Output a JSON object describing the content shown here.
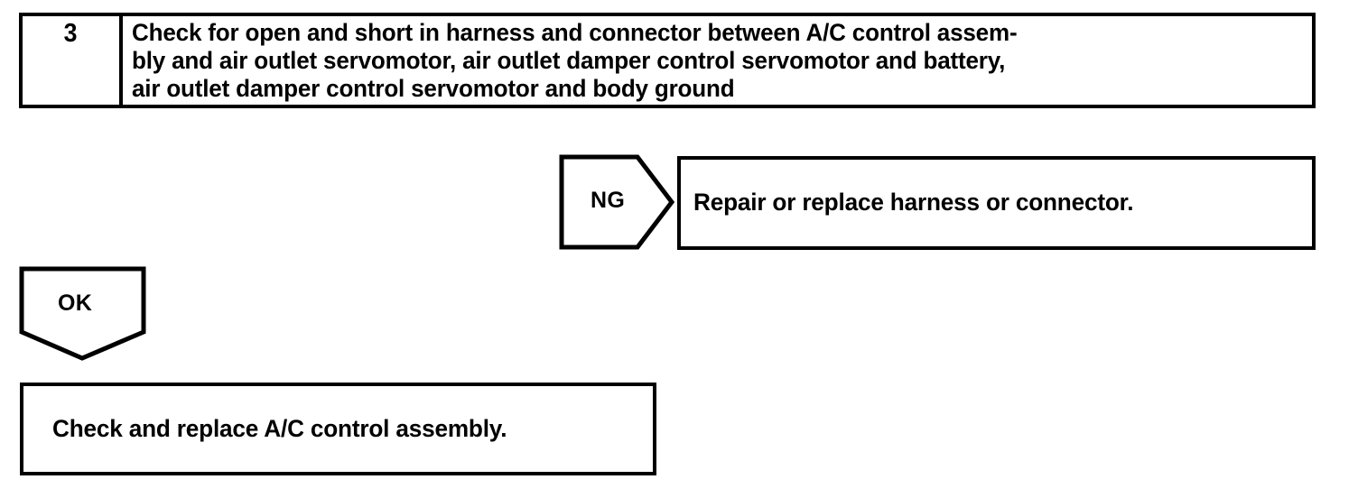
{
  "step": {
    "number": "3",
    "description_lines": [
      "Check for open and short in harness and connector between A/C control assem-",
      "bly and air outlet servomotor, air outlet damper control servomotor and battery,",
      "air outlet damper control servomotor and body ground"
    ]
  },
  "branches": {
    "ng": {
      "label": "NG",
      "result": "Repair or replace harness or connector."
    },
    "ok": {
      "label": "OK",
      "result": "Check and replace A/C control assembly."
    }
  },
  "style": {
    "line_color": "#000000",
    "background": "#ffffff"
  }
}
